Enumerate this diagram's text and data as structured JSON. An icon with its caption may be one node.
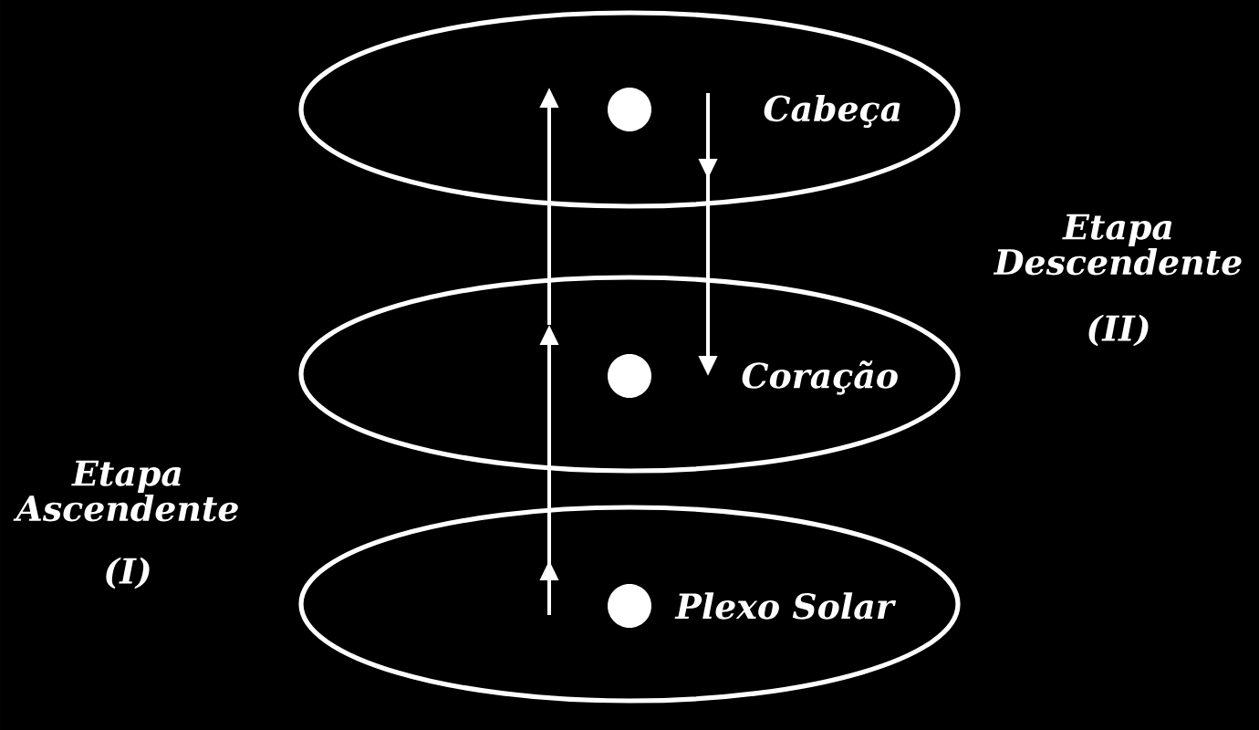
{
  "diagram": {
    "nodes": [
      {
        "text": [
          "Cabeça"
        ]
      },
      {
        "text": [
          "Coração"
        ]
      },
      {
        "text": [
          "Plexo Solar"
        ]
      }
    ],
    "edges": [
      {
        "from": 2,
        "to": 1,
        "arrow": "to"
      },
      {
        "from": 1,
        "to": 0,
        "arrow": "to"
      },
      {
        "from": 0,
        "to": 1,
        "arrow": "to"
      }
    ],
    "labels": [
      "Etapa Descendente",
      "(II)",
      "Etapa Ascendente",
      "(I)"
    ]
  }
}
